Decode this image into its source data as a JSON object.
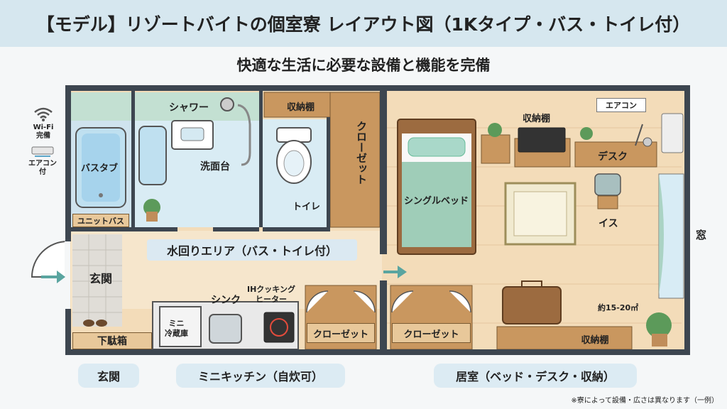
{
  "title": "【モデル】リゾートバイトの個室寮 レイアウト図（1Kタイプ・バス・トイレ付）",
  "subtitle": "快適な生活に必要な設備と機能を完備",
  "side_labels": {
    "wifi": "Wi-Fi\n完備",
    "aircon": "エアコン\n付"
  },
  "rooms": {
    "bathtub": "バスタブ",
    "unit_bath": "ユニットバス",
    "shower": "シャワー",
    "washbasin": "洗面台",
    "storage_shelf_top": "収納棚",
    "toilet": "トイレ",
    "closet_vertical": "クローゼット",
    "water_area": "水回りエリア（バス・トイレ付）",
    "entrance": "玄関",
    "shoe_box": "下駄箱",
    "sink": "シンク",
    "ih_heater": "IHクッキング\nヒーター",
    "mini_fridge": "ミニ\n冷蔵庫",
    "closet_kitchen": "クローゼット",
    "closet_room": "クローゼット",
    "storage_tv": "収納棚",
    "aircon_sign": "エアコン",
    "desk": "デスク",
    "single_bed": "シングルベッド",
    "chair": "イス",
    "window": "窓",
    "area_size": "約15-20㎡",
    "storage_bottom": "収納棚"
  },
  "zones": {
    "entrance": "玄関",
    "kitchen": "ミニキッチン（自炊可）",
    "living": "居室（ベッド・デスク・収納）"
  },
  "footnote": "※寮によって設備・広さは異なります（一例）",
  "colors": {
    "wall": "#3d4650",
    "wet_area": "#cfe3ee",
    "floor_wood": "#f3dcb9",
    "wood": "#c9975f",
    "accent_teal": "#5aa5a0"
  }
}
